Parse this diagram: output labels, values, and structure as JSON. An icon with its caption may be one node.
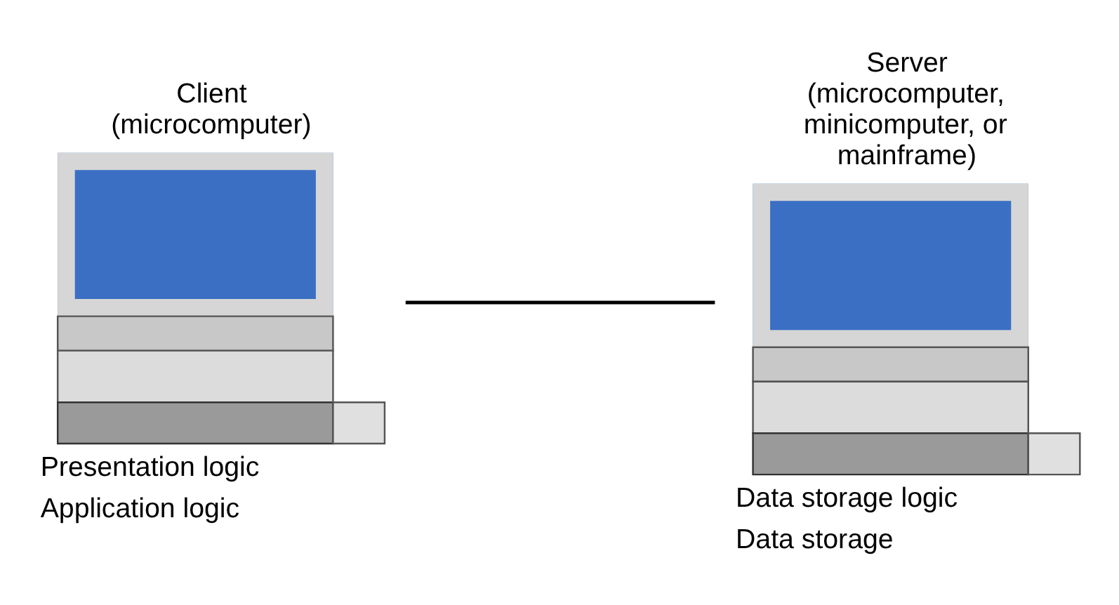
{
  "diagram": {
    "nodes": [
      {
        "text": [],
        "shape": "picture",
        "beside": [
          "Client (microcomputer)",
          "Presentation logic",
          "Application logic"
        ]
      },
      {
        "text": [],
        "shape": "picture",
        "beside": [
          "Server (microcomputer, minicomputer, or mainframe)",
          "Data storage logic",
          "Data storage"
        ]
      }
    ],
    "edges": [
      {
        "from": 0,
        "to": 1,
        "arrow": "none"
      }
    ]
  }
}
